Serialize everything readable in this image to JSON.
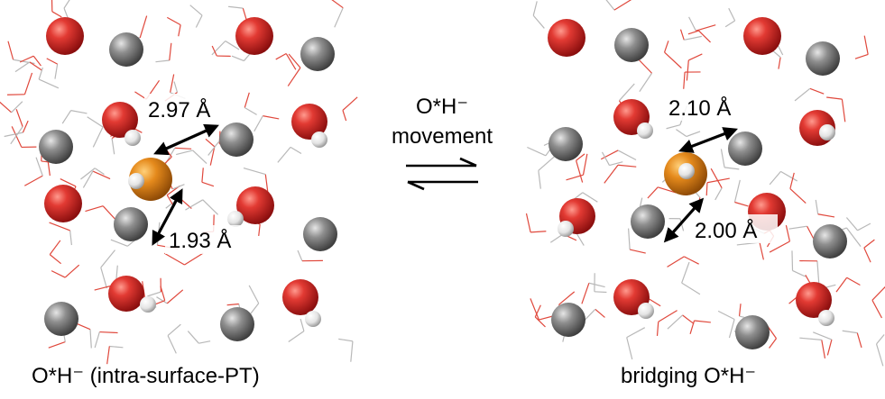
{
  "left_panel": {
    "distance_top": "2.97 Å",
    "distance_bottom": "1.93 Å",
    "caption": "O*H⁻ (intra-surface-PT)"
  },
  "right_panel": {
    "distance_top": "2.10 Å",
    "distance_bottom": "2.00 Å",
    "caption": "bridging O*H⁻"
  },
  "center": {
    "line1": "O*H⁻",
    "line2": "movement"
  },
  "colors": {
    "oxygen": "#d42a2a",
    "metal": "#7a7a7a",
    "hydrogen": "#f2f2f2",
    "highlight_oxygen": "#e08a1e",
    "water_bond_red": "#e0483c",
    "water_bond_grey": "#b8b8b8"
  }
}
